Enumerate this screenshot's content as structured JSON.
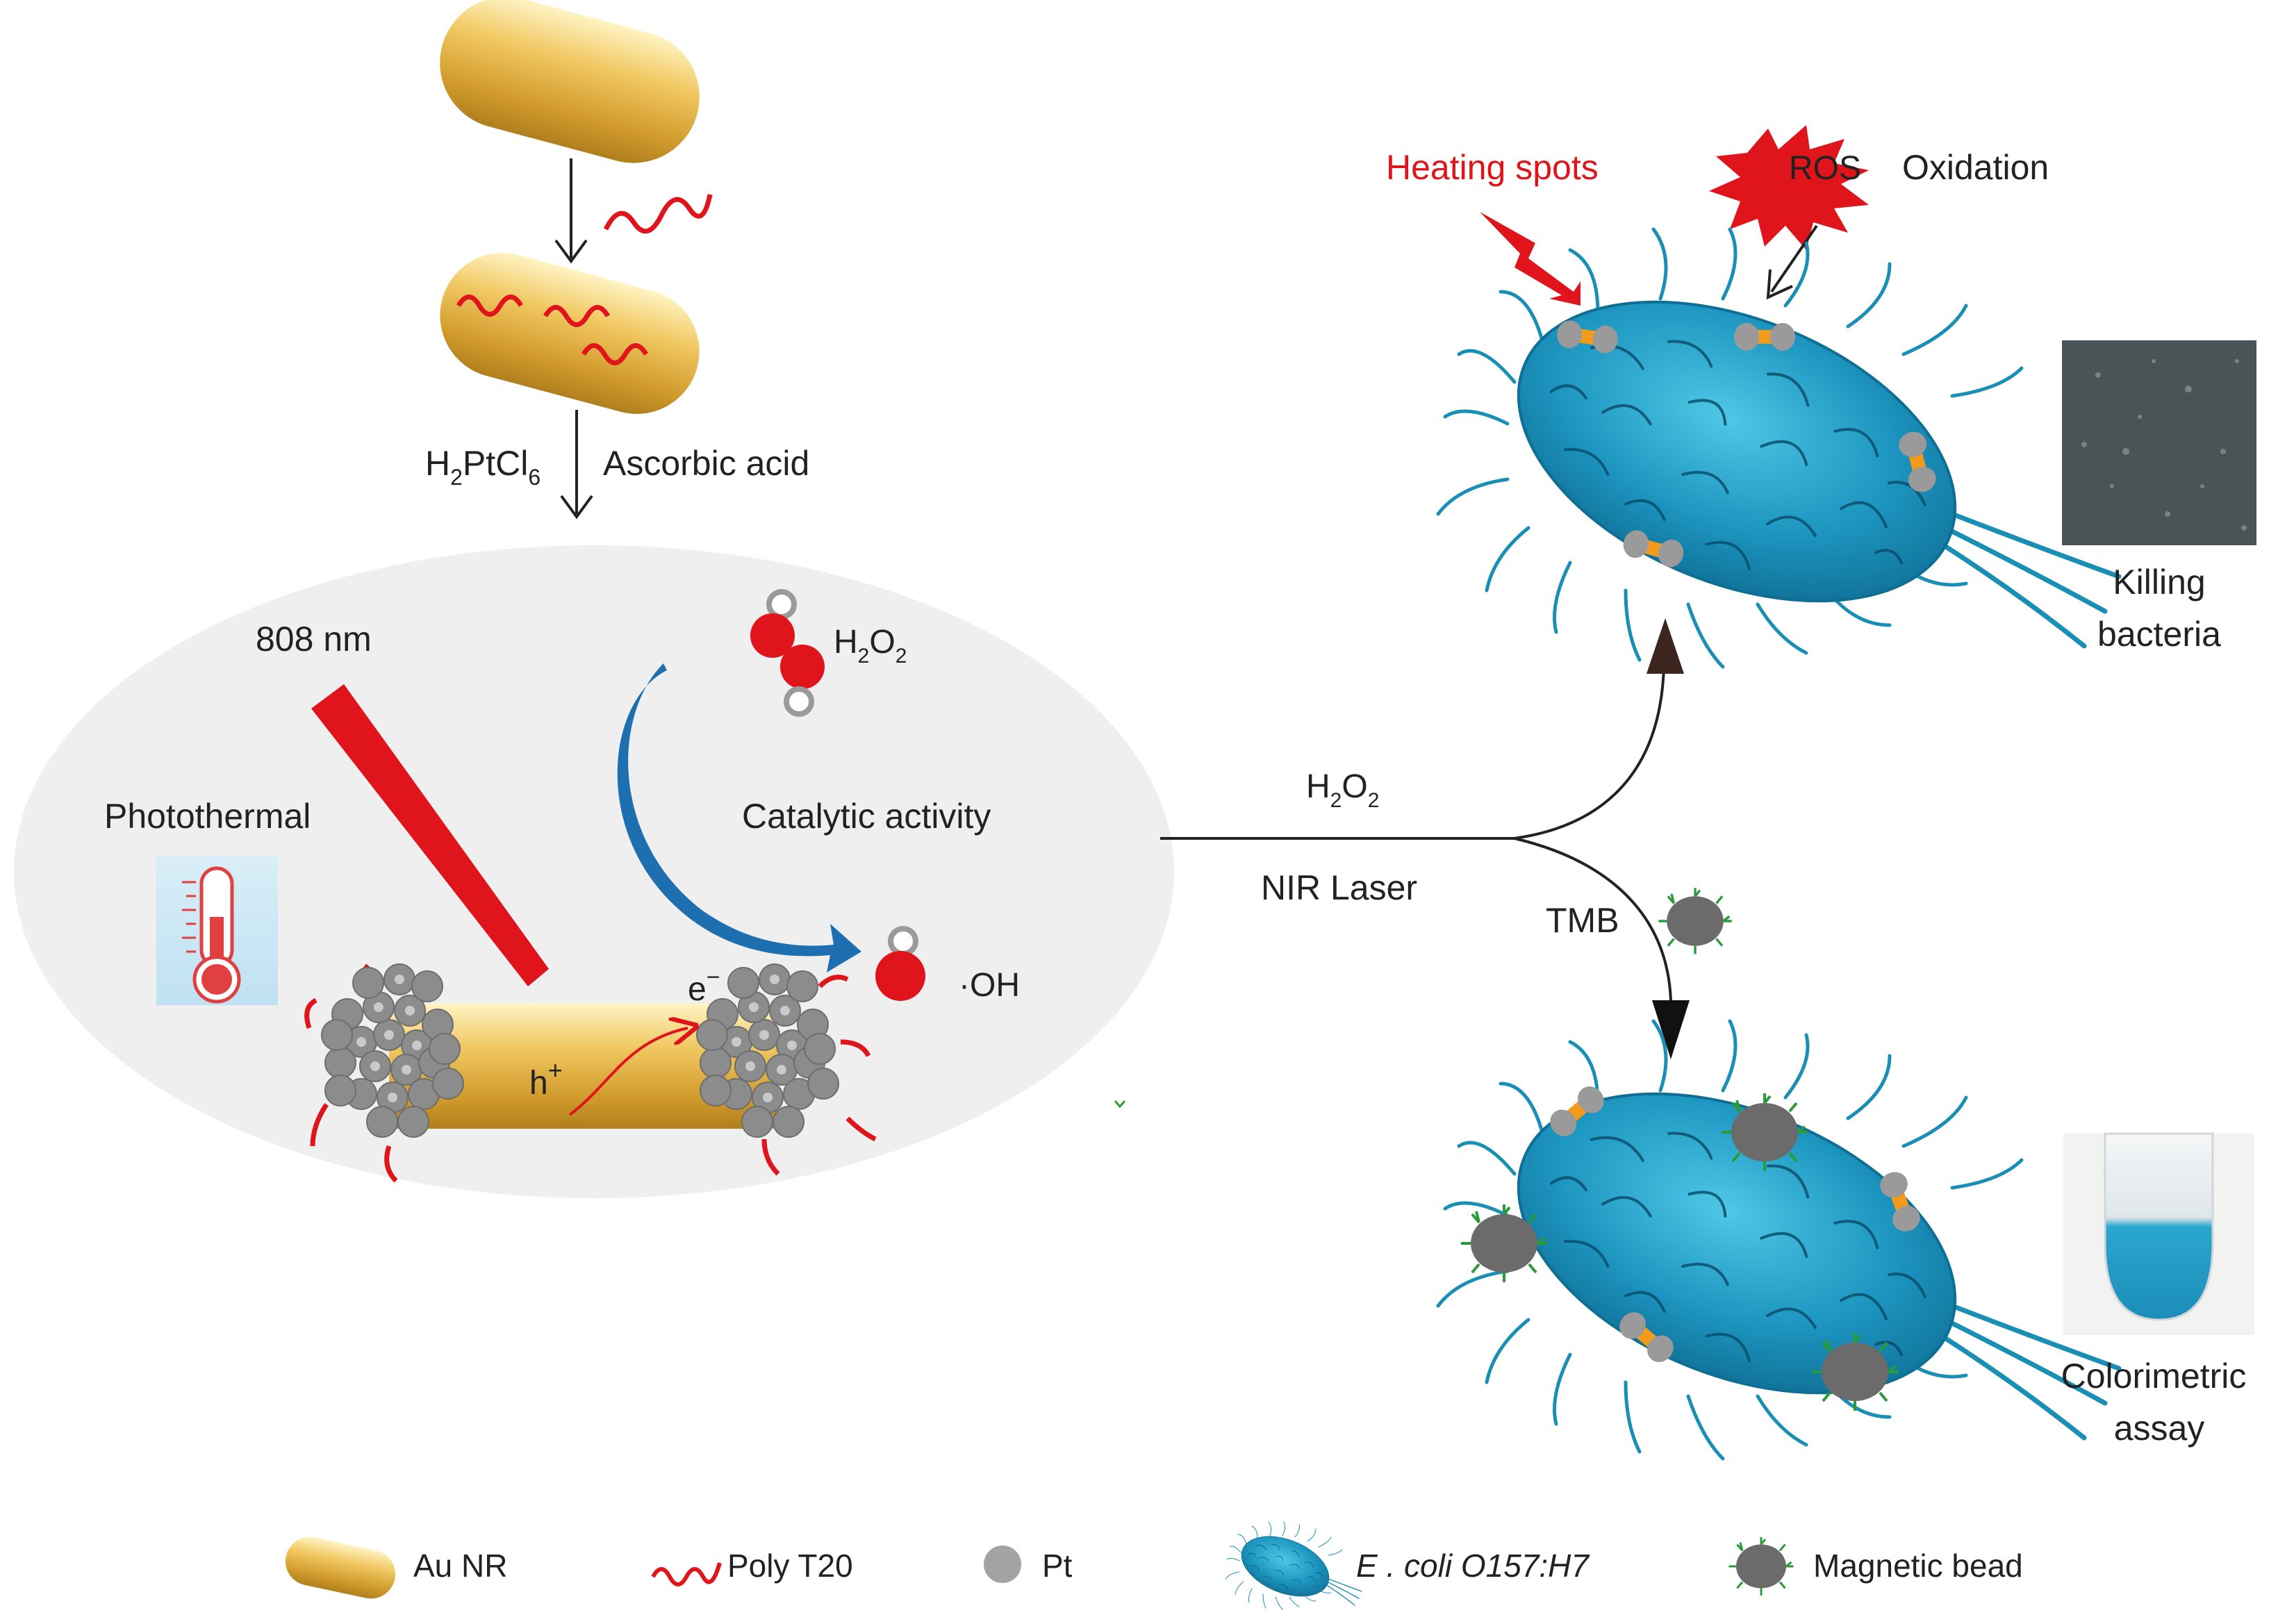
{
  "colors": {
    "gold": "#e2b24a",
    "red": "#e0141b",
    "blue_arrow": "#1d6fb0",
    "platinum": "#8c8c8c",
    "bacteria": "#1a8fb5",
    "bead": "#6b6b6b",
    "ellipse": "#efefef"
  },
  "synthesis": {
    "h2ptcl6": {
      "main_a": "H",
      "sub_a": "2",
      "main_b": "PtCl",
      "sub_b": "6"
    },
    "ascorbic": "Ascorbic acid"
  },
  "ellipse": {
    "laser": "808 nm",
    "photothermal": "Photothermal",
    "h2o2": {
      "a": "H",
      "sa": "2",
      "b": "O",
      "sb": "2"
    },
    "catalytic": "Catalytic activity",
    "oh": "·OH",
    "electron": "e",
    "electron_sup": "−",
    "hole": "h",
    "hole_sup": "+"
  },
  "reaction": {
    "h2o2": {
      "a": "H",
      "sa": "2",
      "b": "O",
      "sb": "2"
    },
    "nir": "NIR Laser",
    "tmb": "TMB"
  },
  "top_right": {
    "heating": "Heating spots",
    "ros": "ROS",
    "oxidation": "Oxidation",
    "killing_1": "Killing",
    "killing_2": "bacteria"
  },
  "bottom_right": {
    "colorimetric_1": "Colorimetric",
    "colorimetric_2": "assay"
  },
  "legend": {
    "aunr": "Au NR",
    "polyt20": "Poly T20",
    "pt": "Pt",
    "ecoli": "E . coli O157:H7",
    "bead": "Magnetic bead"
  }
}
